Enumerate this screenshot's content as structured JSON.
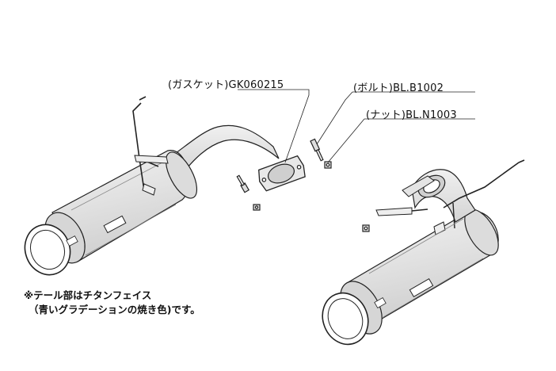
{
  "callouts": {
    "gasket": "(ガスケット)GK060215",
    "bolt": "(ボルト)BL.B1002",
    "nut": "(ナット)BL.N1003"
  },
  "note": {
    "line1": "※テール部はチタンフェイス",
    "line2": "（青いグラデーションの焼き色)です。"
  },
  "colors": {
    "line": "#222222",
    "body_fill": "#e4e4e4",
    "shade": "#c8c8c8",
    "background": "#ffffff"
  }
}
